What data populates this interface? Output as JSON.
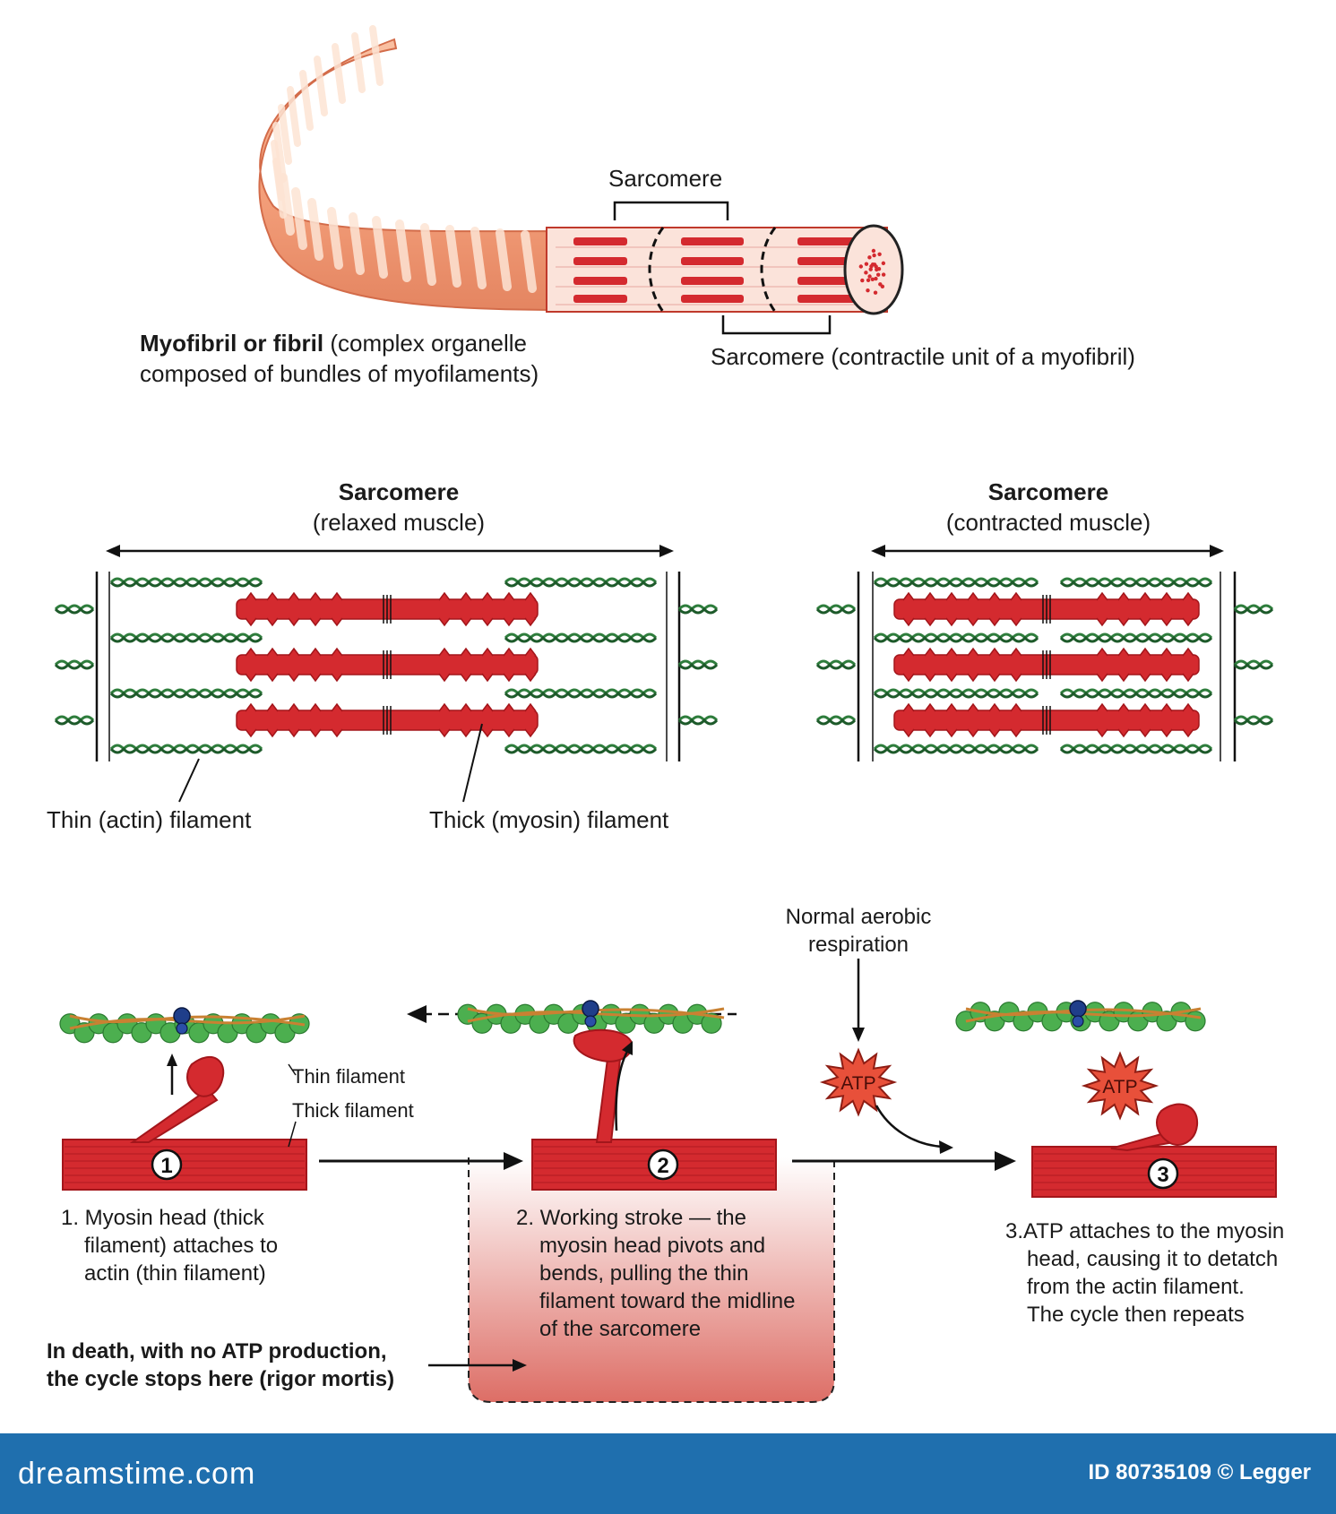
{
  "top": {
    "sarcomere_top": "Sarcomere",
    "myofibril_bold": "Myofibril or fibril",
    "myofibril_rest1": " (complex organelle",
    "myofibril_line2": "composed of bundles of myofilaments)",
    "sarcomere_desc": "Sarcomere (contractile unit of a myofibril)"
  },
  "middle": {
    "relaxed_title": "Sarcomere",
    "relaxed_sub": "(relaxed muscle)",
    "contracted_title": "Sarcomere",
    "contracted_sub": "(contracted muscle)",
    "thin_label": "Thin (actin) filament",
    "thick_label": "Thick (myosin) filament"
  },
  "cycle": {
    "normal_aerobic": [
      "Normal aerobic",
      "respiration"
    ],
    "thin_filament": "Thin filament",
    "thick_filament": "Thick filament",
    "atp": "ATP",
    "step_numbers": [
      "1",
      "2",
      "3"
    ],
    "step1": [
      "1. Myosin head (thick",
      "filament) attaches to",
      "actin (thin filament)"
    ],
    "step2": [
      "2. Working stroke — the",
      "myosin head pivots and",
      "bends, pulling the thin",
      "filament toward the midline",
      "of the sarcomere"
    ],
    "step3": [
      "3.ATP attaches to the myosin",
      "head, causing it to detatch",
      "from the actin filament.",
      "The cycle then repeats"
    ],
    "death_note": [
      "In death, with no ATP production,",
      "the cycle stops here (rigor mortis)"
    ]
  },
  "footer": {
    "brand": "dreamstime.com",
    "image_id": "ID 80735109 © Legger"
  },
  "colors": {
    "muscle_red": "#d42a2f",
    "dark_red": "#a3161b",
    "actin_green": "#2e7d3c",
    "fibril_pink": "#f6a37e",
    "footer_blue": "#1f6fae"
  }
}
